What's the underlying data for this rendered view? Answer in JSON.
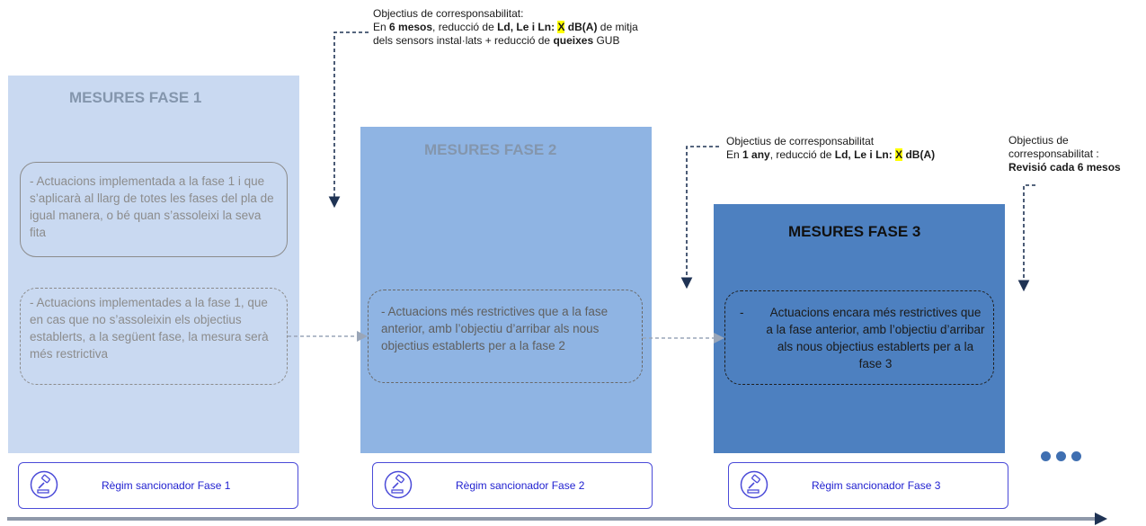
{
  "phases": [
    {
      "title": "MESURES FASE 1"
    },
    {
      "title": "MESURES FASE 2"
    },
    {
      "title": "MESURES FASE 3"
    }
  ],
  "phase1": {
    "box_a": "- Actuacions implementada a la fase 1 i que s’aplicarà al llarg de totes les fases del pla de igual manera, o bé quan s’assoleixi la seva fita",
    "box_b": "- Actuacions implementades a la fase 1, que en cas que no s’assoleixin els objectius establerts, a la següent fase, la mesura serà més restrictiva"
  },
  "phase2": {
    "box": "- Actuacions més restrictives que a la fase anterior, amb l’objectiu d’arribar als nous objectius establerts per a la fase 2"
  },
  "phase3": {
    "dash": "-",
    "box": "Actuacions encara més restrictives que a la fase anterior, amb l’objectiu d’arribar als nous objectius establerts per a la fase 3"
  },
  "objective1": {
    "line1": "Objectius de corresponsabilitat:",
    "l2_a": "En ",
    "l2_b": "6 mesos",
    "l2_c": ", reducció de ",
    "l2_d": "Ld, Le i Ln:",
    "l2_x": "X",
    "l2_e": "dB(A)",
    "l2_f": " de mitja",
    "l3_a": "dels sensors instal·lats + reducció de ",
    "l3_b": "queixes",
    "l3_c": " GUB"
  },
  "objective2": {
    "line1": "Objectius de corresponsabilitat",
    "l2_a": "En ",
    "l2_b": "1 any",
    "l2_c": ", reducció de ",
    "l2_d": "Ld, Le i Ln:",
    "l2_x": "X",
    "l2_e": "dB(A)"
  },
  "objective3": {
    "line1": "Objectius de",
    "line2": "corresponsabilitat :",
    "line3": "Revisió cada 6 mesos"
  },
  "sanctions": [
    {
      "label": "Règim sancionador Fase 1",
      "icon": "gavel-icon"
    },
    {
      "label": "Règim sancionador Fase 2",
      "icon": "gavel-icon"
    },
    {
      "label": "Règim sancionador Fase 3",
      "icon": "gavel-icon"
    }
  ],
  "colors": {
    "phase1": "#c9d9f1",
    "phase2": "#8fb4e3",
    "phase3": "#4d80c0",
    "sanction_border": "#4b4bd8",
    "highlight": "#ffff00"
  }
}
